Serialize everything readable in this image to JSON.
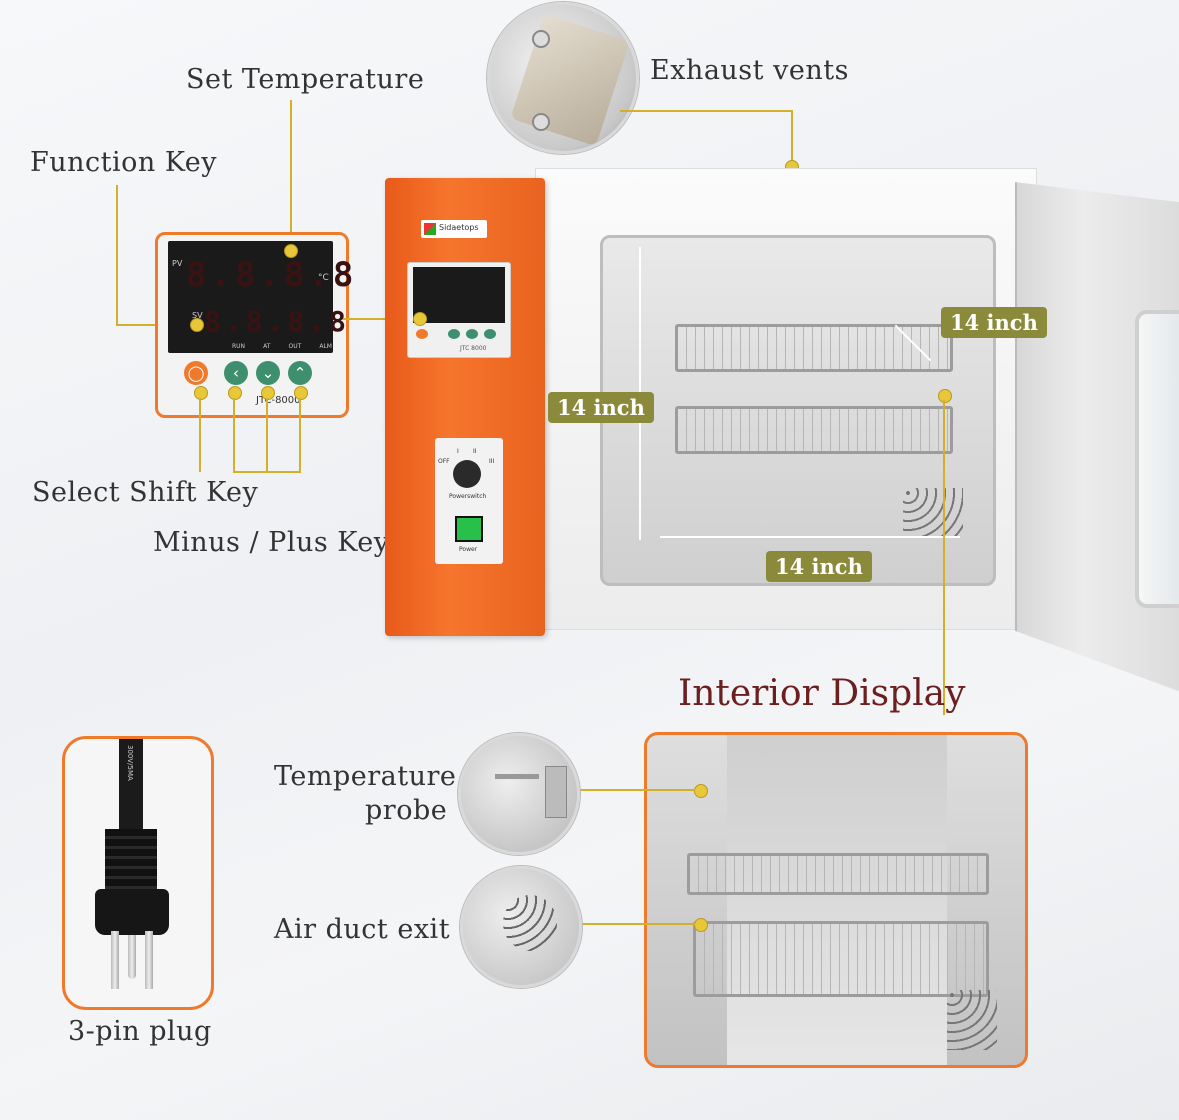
{
  "labels": {
    "set_temperature": "Set Temperature",
    "function_key": "Function Key",
    "exhaust_vents": "Exhaust vents",
    "select_shift_key": "Select Shift Key",
    "minus_plus_key": "Minus / Plus Key",
    "interior_display": "Interior Display",
    "temperature_probe_line1": "Temperature",
    "temperature_probe_line2": "probe",
    "air_duct_exit": "Air duct exit",
    "three_pin_plug": "3-pin plug"
  },
  "dimensions": {
    "height": "14 inch",
    "depth": "14 inch",
    "width": "14 inch"
  },
  "controller": {
    "pv_label": "PV",
    "sv_label": "SV",
    "pv_digits": "8.8.8.8",
    "sv_digits": "8.8.8.8",
    "unit": "°C",
    "indicators": [
      "RUN",
      "AT",
      "OUT",
      "ALM"
    ],
    "model": "JTC-8000"
  },
  "oven": {
    "brand": "Sidaetops",
    "model": "JTC 8000",
    "switch_label": "Powerswitch",
    "power_label": "Power",
    "switch_positions": [
      "OFF",
      "I",
      "II",
      "III"
    ]
  },
  "plug": {
    "cord_text": "300V/5MA"
  },
  "colors": {
    "accent_orange": "#f07a2c",
    "callout_line": "#d4b02a",
    "dimension_badge": "#8a8a3a",
    "interior_title": "#6b1f1f"
  }
}
